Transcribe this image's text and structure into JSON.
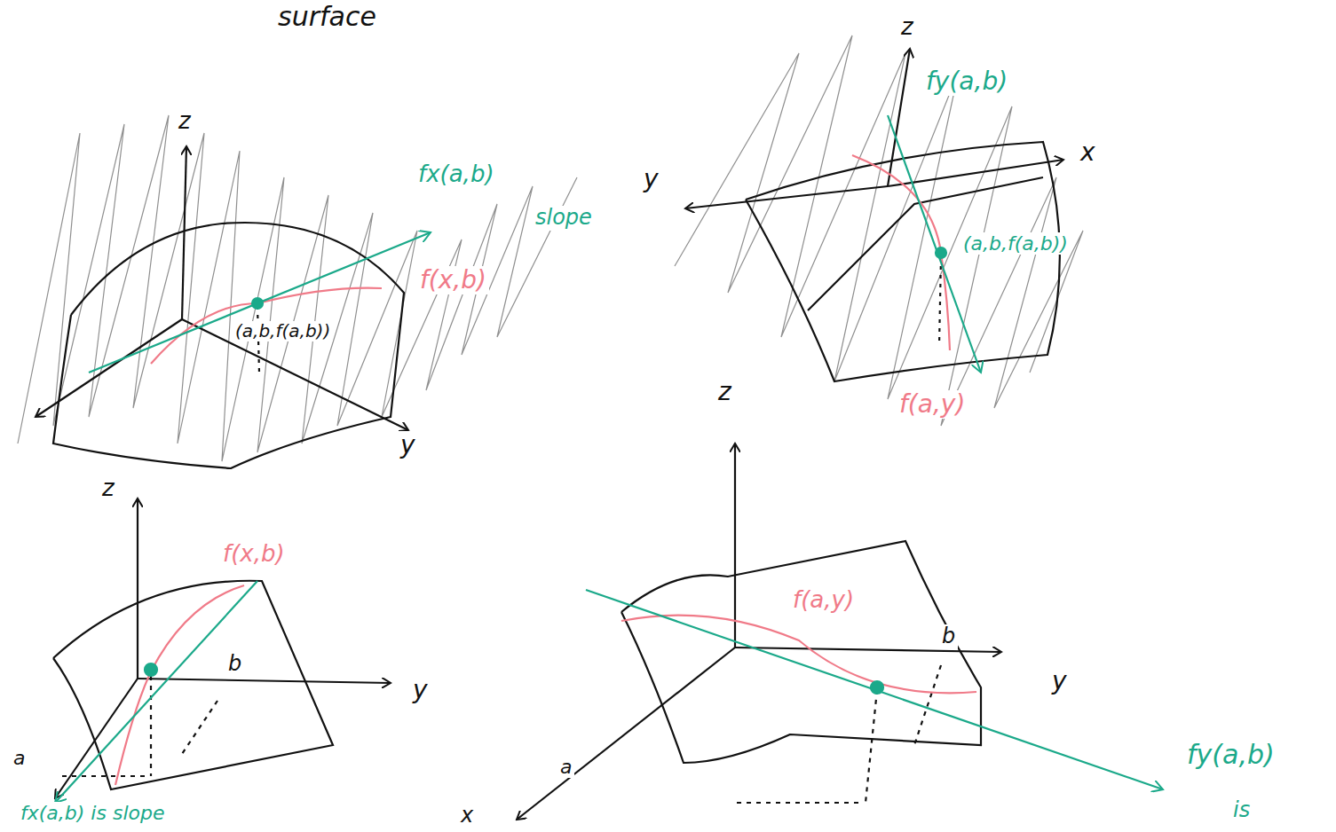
{
  "diagram": {
    "labels": [
      "surface",
      "z",
      "fx(a,b)",
      "slope",
      "f(x,b)",
      "(a,b,f(a,b))",
      "y",
      "z",
      "fy(a,b)",
      "y",
      "x",
      "(a,b,f(a,b))",
      "f(a,y)",
      "z",
      "z",
      "f(x,b)",
      "b",
      "y",
      "a",
      "fx(a,b) is slope",
      "f(a,y)",
      "b",
      "y",
      "a",
      "x",
      "fy(a,b)",
      "is"
    ]
  }
}
